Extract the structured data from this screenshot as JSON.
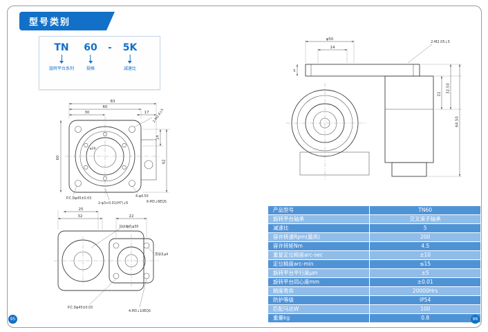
{
  "colors": {
    "accent": "#1270c8",
    "row_dark": "#4f93d7",
    "row_light": "#8fbce9"
  },
  "page": {
    "left_page_number": "95",
    "right_page_number": "96"
  },
  "header": {
    "title": "型号类别"
  },
  "model_legend": {
    "series_code": "TN",
    "size_code": "60",
    "separator": "-",
    "ratio_code": "5K",
    "series_label": "旋转平台系列",
    "size_label": "规格",
    "ratio_label": "减速比"
  },
  "front_view": {
    "dims": {
      "overall_width": "83",
      "flange_width": "60",
      "left_span": "30",
      "right_span": "17",
      "height": "60",
      "body_height": "42",
      "step_height": "14"
    },
    "notes": {
      "tap_note": "2-M2.6↓5",
      "bore_note": "φ28",
      "pcd_note": "P.C.Dφ45±0.03",
      "pin_note": "2-φ3+0.01(H7)↓6",
      "hole_note": "4-φ4.50",
      "tap_eqs_note": "6-M3↓6EQS"
    }
  },
  "bottom_view": {
    "dims": {
      "d25": "25",
      "d32": "32",
      "d22": "22"
    },
    "notes": {
      "motor_hole": "马达轴孔φ30",
      "through_hole": "贯穿孔φ9",
      "pcd": "P.C.Dφ45±0.03",
      "tap": "4-M3↓10EQS"
    }
  },
  "side_view": {
    "dims": {
      "d50": "φ50",
      "d14": "14",
      "d5": "5",
      "d22": "22",
      "d3250": "32.50",
      "d6450": "64.50"
    },
    "notes": {
      "tap": "2-M2.05↓5"
    }
  },
  "spec_table": {
    "rows": [
      {
        "label": "产品型号",
        "value": "TN60"
      },
      {
        "label": "旋转平台轴承",
        "value": "交叉滚子轴承"
      },
      {
        "label": "减速比",
        "value": "5"
      },
      {
        "label": "容许转速Rpm(最高)",
        "value": "200"
      },
      {
        "label": "容许转矩Nm",
        "value": "4.5"
      },
      {
        "label": "重复定位精度arc-sec",
        "value": "±10"
      },
      {
        "label": "定位精度arc-min",
        "value": "≤15"
      },
      {
        "label": "旋转平台平行度μm",
        "value": "±5"
      },
      {
        "label": "旋转平台同心度mm",
        "value": "±0.01"
      },
      {
        "label": "精度寿命",
        "value": "20000Hrs"
      },
      {
        "label": "防护等级",
        "value": "IP54"
      },
      {
        "label": "匹配马达W",
        "value": "100"
      },
      {
        "label": "重量kg",
        "value": "0.8"
      }
    ]
  }
}
